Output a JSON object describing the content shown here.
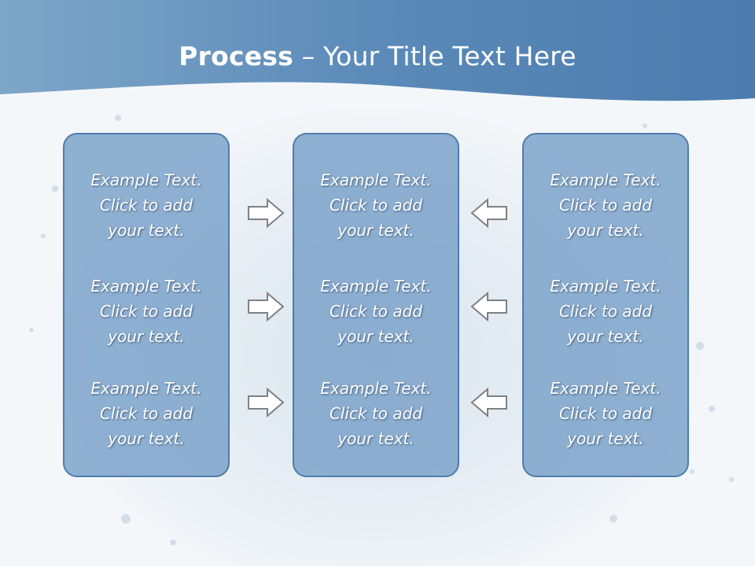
{
  "slide": {
    "title_bold": "Process",
    "title_rest": " – Your Title Text Here"
  },
  "panels": {
    "left": [
      {
        "text": "Example Text.\nClick  to add\nyour text."
      },
      {
        "text": "Example Text.\nClick  to add\nyour text."
      },
      {
        "text": "Example Text.\nClick  to add\nyour text."
      }
    ],
    "middle": [
      {
        "text": "Example Text.\nClick  to add\nyour text."
      },
      {
        "text": "Example Text.\nClick  to add\nyour text."
      },
      {
        "text": "Example Text.\nClick  to add\nyour text."
      }
    ],
    "right": [
      {
        "text": "Example Text.\nClick  to add\nyour text."
      },
      {
        "text": "Example Text.\nClick  to add\nyour text."
      },
      {
        "text": "Example Text.\nClick  to add\nyour text."
      }
    ]
  },
  "arrows": {
    "left_group": [
      "right-arrow-icon",
      "right-arrow-icon",
      "right-arrow-icon"
    ],
    "right_group": [
      "left-arrow-icon",
      "left-arrow-icon",
      "left-arrow-icon"
    ]
  },
  "colors": {
    "header": "#5b8ab8",
    "panel_border": "#4f7cab",
    "panel_fill": "#7aa2c8",
    "text": "#ffffff"
  }
}
